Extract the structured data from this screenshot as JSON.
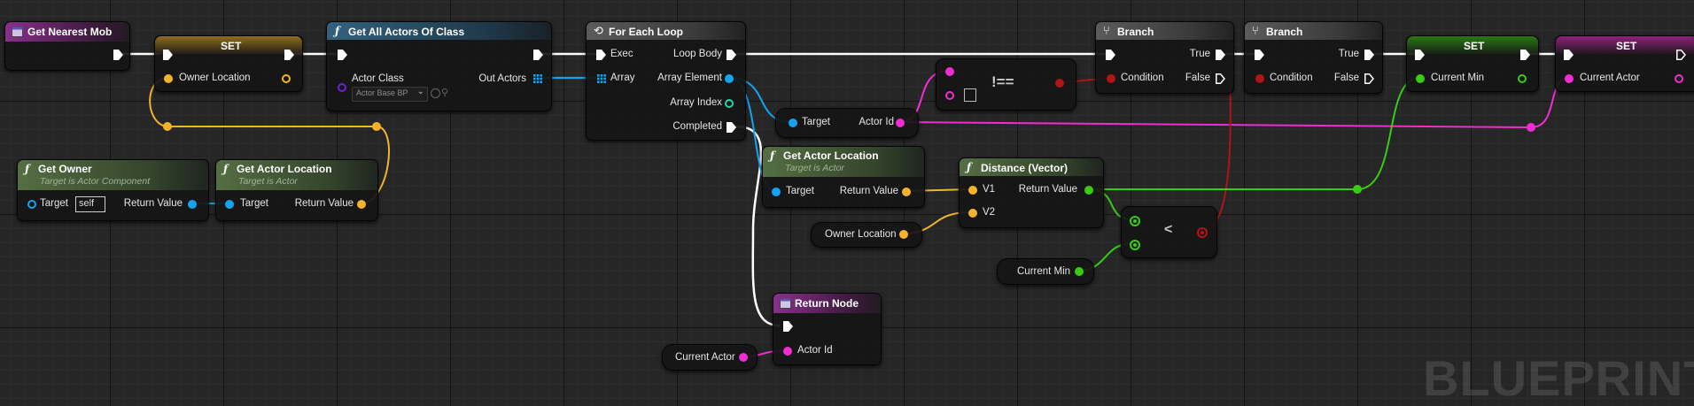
{
  "colors": {
    "exec": "#ffffff",
    "vector": "#f4b32a",
    "object": "#13a4f0",
    "string": "#f12cd2",
    "bool": "#b01515",
    "float": "#3acb14",
    "class": "#6d1fd9",
    "int": "#1fd6a8"
  },
  "nodes": {
    "event": {
      "title": "Get Nearest Mob",
      "icon": "function-entry-icon"
    },
    "set_owner_location": {
      "title": "SET",
      "var": "Owner Location"
    },
    "get_all_actors": {
      "title": "Get All Actors Of Class",
      "actor_class_label": "Actor Class",
      "actor_class_value": "Actor Base BP",
      "out_actors_label": "Out Actors"
    },
    "for_each": {
      "title": "For Each Loop",
      "exec": "Exec",
      "loop_body": "Loop Body",
      "array": "Array",
      "array_element": "Array Element",
      "array_index": "Array Index",
      "completed": "Completed"
    },
    "branch1": {
      "title": "Branch",
      "true": "True",
      "condition": "Condition",
      "false": "False"
    },
    "branch2": {
      "title": "Branch",
      "true": "True",
      "condition": "Condition",
      "false": "False"
    },
    "set_current_min": {
      "title": "SET",
      "var": "Current Min"
    },
    "set_current_actor": {
      "title": "SET",
      "var": "Current Actor"
    },
    "get_owner": {
      "title": "Get Owner",
      "subtitle": "Target is Actor Component",
      "target": "Target",
      "target_value": "self",
      "return_value": "Return Value"
    },
    "get_actor_location1": {
      "title": "Get Actor Location",
      "subtitle": "Target is Actor",
      "target": "Target",
      "return_value": "Return Value"
    },
    "break_struct": {
      "target": "Target",
      "actor_id": "Actor Id"
    },
    "not_equal": {
      "op": "!=="
    },
    "get_actor_location2": {
      "title": "Get Actor Location",
      "subtitle": "Target is Actor",
      "target": "Target",
      "return_value": "Return Value"
    },
    "distance": {
      "title": "Distance (Vector)",
      "v1": "V1",
      "v2": "V2",
      "return_value": "Return Value"
    },
    "owner_location_get": {
      "label": "Owner Location"
    },
    "less_than": {
      "op": "<"
    },
    "current_min_get": {
      "label": "Current Min"
    },
    "return_node": {
      "title": "Return Node",
      "actor_id": "Actor Id"
    },
    "current_actor_get": {
      "label": "Current Actor"
    }
  },
  "watermark": "BLUEPRINT"
}
